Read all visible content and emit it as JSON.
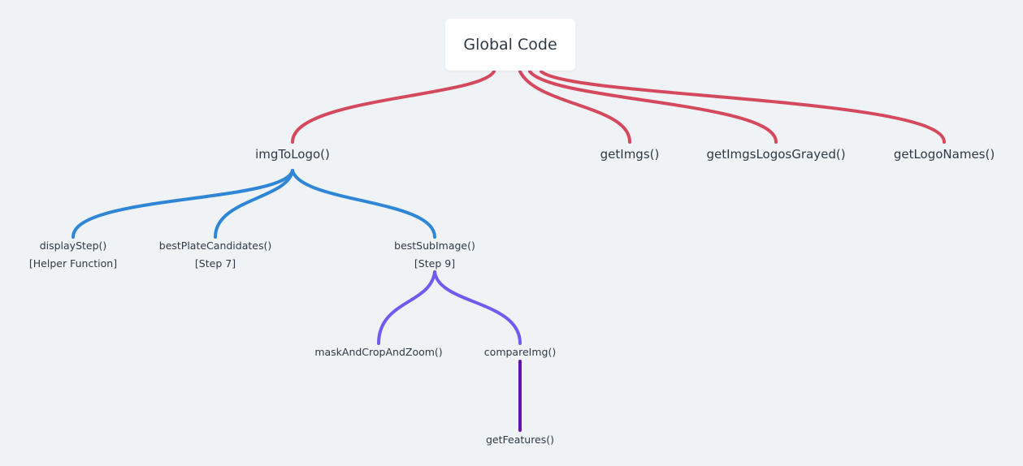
{
  "root": {
    "label": "Global Code"
  },
  "level1": [
    {
      "id": "imgToLogo",
      "label": "imgToLogo()"
    },
    {
      "id": "getImgs",
      "label": "getImgs()"
    },
    {
      "id": "getImgsLogosGrayed",
      "label": "getImgsLogosGrayed()"
    },
    {
      "id": "getLogoNames",
      "label": "getLogoNames()"
    }
  ],
  "level2": [
    {
      "id": "displayStep",
      "label": "displayStep()",
      "sub": "[Helper Function]"
    },
    {
      "id": "bestPlateCandidates",
      "label": "bestPlateCandidates()",
      "sub": "[Step 7]"
    },
    {
      "id": "bestSubImage",
      "label": "bestSubImage()",
      "sub": "[Step 9]"
    }
  ],
  "level3": [
    {
      "id": "maskAndCropAndZoom",
      "label": "maskAndCropAndZoom()"
    },
    {
      "id": "compareImg",
      "label": "compareImg()"
    }
  ],
  "level4": [
    {
      "id": "getFeatures",
      "label": "getFeatures()"
    }
  ],
  "colors": {
    "background": "#f0f3f6",
    "root_branch": "#d5495e",
    "imgToLogo_branch": "#2f86d6",
    "bestSubImage_branch": "#6e5cf0",
    "compareImg_branch": "#6a14b0",
    "text": "#2d3a45"
  }
}
